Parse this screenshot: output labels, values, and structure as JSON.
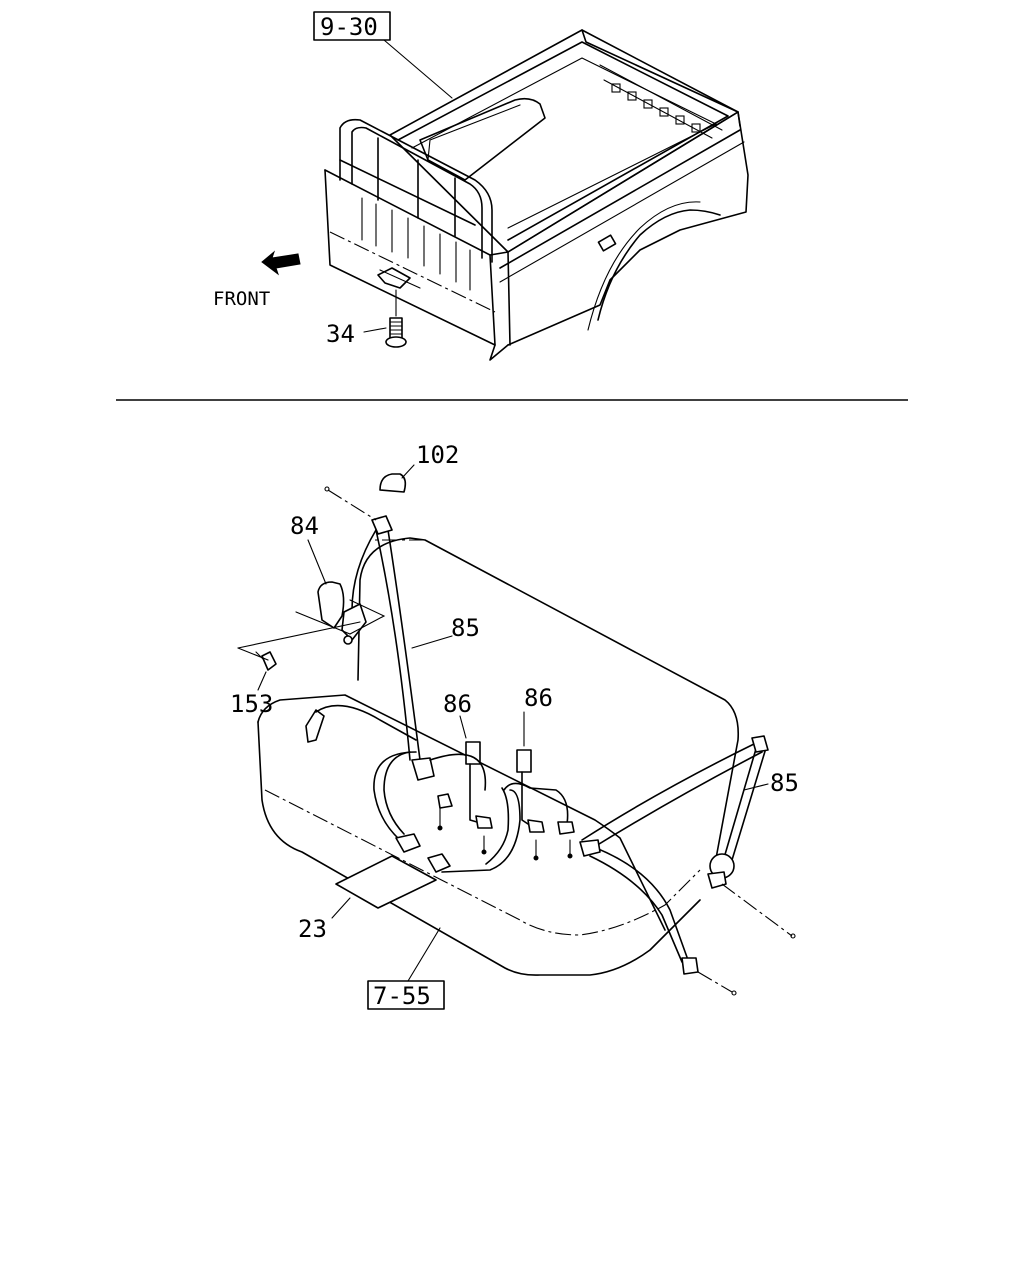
{
  "upper_view": {
    "ref_box": "9-30",
    "direction_label": "FRONT",
    "callouts": [
      "34"
    ]
  },
  "lower_view": {
    "ref_box": "7-55",
    "callouts": [
      "102",
      "84",
      "85",
      "153",
      "86",
      "86",
      "85",
      "23"
    ]
  }
}
